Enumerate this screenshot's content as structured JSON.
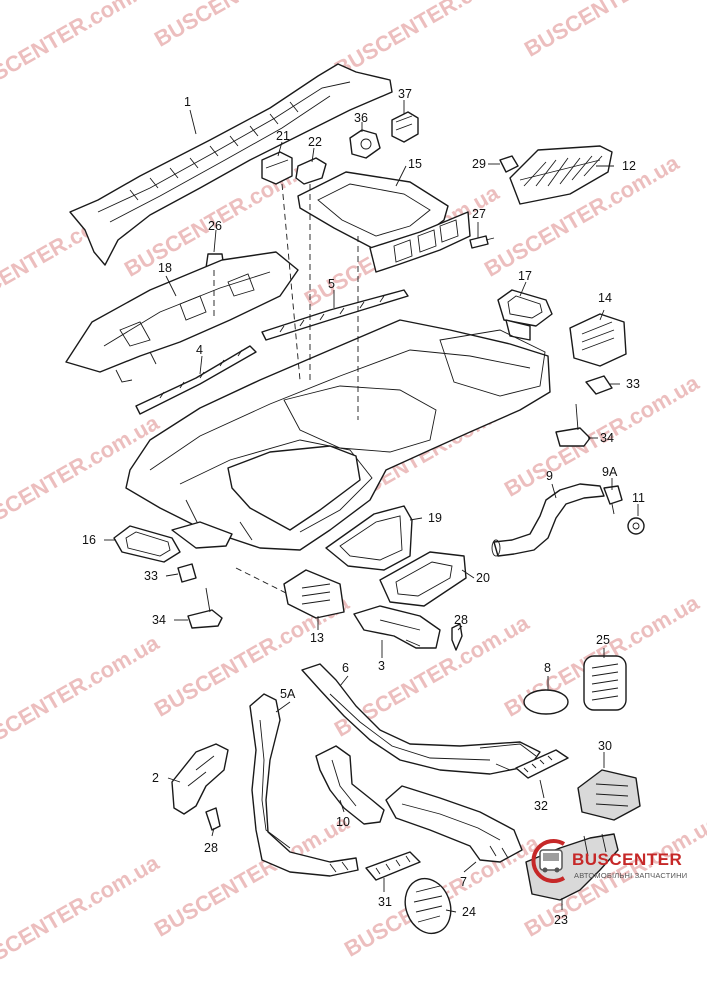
{
  "callouts": {
    "p1": "1",
    "p2": "2",
    "p3": "3",
    "p4": "4",
    "p5": "5",
    "p5a": "5A",
    "p6": "6",
    "p7": "7",
    "p8": "8",
    "p9": "9",
    "p9a": "9A",
    "p10": "10",
    "p11": "11",
    "p12": "12",
    "p13": "13",
    "p14": "14",
    "p15": "15",
    "p16": "16",
    "p17": "17",
    "p18": "18",
    "p19": "19",
    "p20": "20",
    "p21": "21",
    "p22": "22",
    "p23": "23",
    "p24": "24",
    "p25": "25",
    "p26": "26",
    "p27": "27",
    "p28_upper": "28",
    "p28_lower": "28",
    "p29": "29",
    "p30": "30",
    "p31": "31",
    "p32": "32",
    "p33_right": "33",
    "p33_left": "33",
    "p34_right": "34",
    "p34_left": "34",
    "p36": "36",
    "p37": "37"
  },
  "watermark": {
    "text": "BUSCENTER.com.ua",
    "color": "#d67070"
  },
  "logo": {
    "name": "BUSCENTER",
    "tagline": "АВТОМОБІЛЬНІ ЗАПЧАСТИНИ",
    "brand_color": "#c62828"
  }
}
